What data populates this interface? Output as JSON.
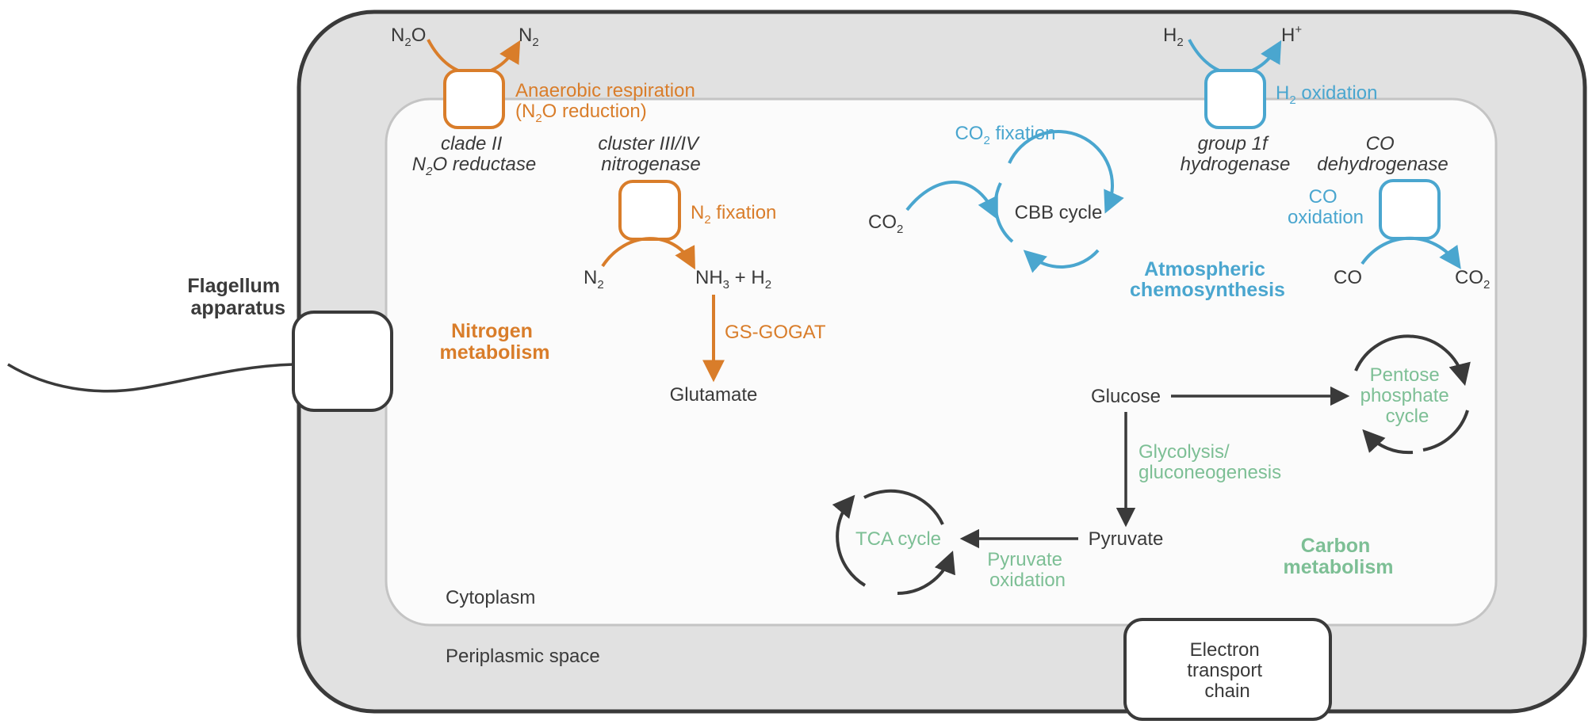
{
  "colors": {
    "nitrogen": "#d97d2a",
    "atmospheric": "#4aa6cf",
    "carbon": "#7dbf95",
    "dark": "#3a3a3a",
    "periplasm": "#e1e1e1",
    "cytoplasm": "#fbfbfb"
  },
  "compartments": {
    "cytoplasm": "Cytoplasm",
    "periplasm": "Periplasmic space"
  },
  "structures": {
    "flagellum": [
      "Flagellum",
      "apparatus"
    ],
    "etc": [
      "Electron",
      "transport",
      "chain"
    ]
  },
  "nitrogen": {
    "heading": [
      "Nitrogen",
      "metabolism"
    ],
    "n2o_reduction": {
      "substrate_main": "N",
      "substrate_sub": "2",
      "substrate_tail": "O",
      "product_main": "N",
      "product_sub": "2",
      "process_line1": "Anaerobic respiration",
      "process_line2_pre": "(N",
      "process_line2_sub": "2",
      "process_line2_post": "O reduction)",
      "enzyme_line1": "clade II",
      "enzyme_line2_pre": "N",
      "enzyme_line2_sub": "2",
      "enzyme_line2_post": "O reductase"
    },
    "n2_fixation": {
      "enzyme_line1": "cluster III/IV",
      "enzyme_line2": "nitrogenase",
      "process_pre": "N",
      "process_sub": "2",
      "process_post": " fixation",
      "substrate_main": "N",
      "substrate_sub": "2",
      "product_nh": "NH",
      "product_nh_sub": "3",
      "product_plus": " + H",
      "product_h_sub": "2",
      "pathway": "GS-GOGAT",
      "end_product": "Glutamate"
    }
  },
  "atmospheric": {
    "heading": [
      "Atmospheric",
      "chemosynthesis"
    ],
    "h2_oxidation": {
      "substrate_main": "H",
      "substrate_sub": "2",
      "product_main": "H",
      "product_sup": "+",
      "process_main": "H",
      "process_sub": "2",
      "process_post": " oxidation",
      "enzyme_line1": "group 1f",
      "enzyme_line2": "hydrogenase"
    },
    "co2_fixation": {
      "process_pre": "CO",
      "process_sub": "2",
      "process_post": " fixation",
      "cycle": "CBB cycle",
      "substrate_main": "CO",
      "substrate_sub": "2"
    },
    "co_oxidation": {
      "enzyme_line1": "CO",
      "enzyme_line2": "dehydrogenase",
      "process_line1": "CO",
      "process_line2": "oxidation",
      "substrate": "CO",
      "product_main": "CO",
      "product_sub": "2"
    }
  },
  "carbon": {
    "heading": [
      "Carbon",
      "metabolism"
    ],
    "glucose": "Glucose",
    "pentose_cycle": [
      "Pentose",
      "phosphate",
      "cycle"
    ],
    "glycolysis": [
      "Glycolysis/",
      "gluconeogenesis"
    ],
    "pyruvate": "Pyruvate",
    "pyruvate_oxidation": [
      "Pyruvate",
      "oxidation"
    ],
    "tca": "TCA cycle"
  }
}
